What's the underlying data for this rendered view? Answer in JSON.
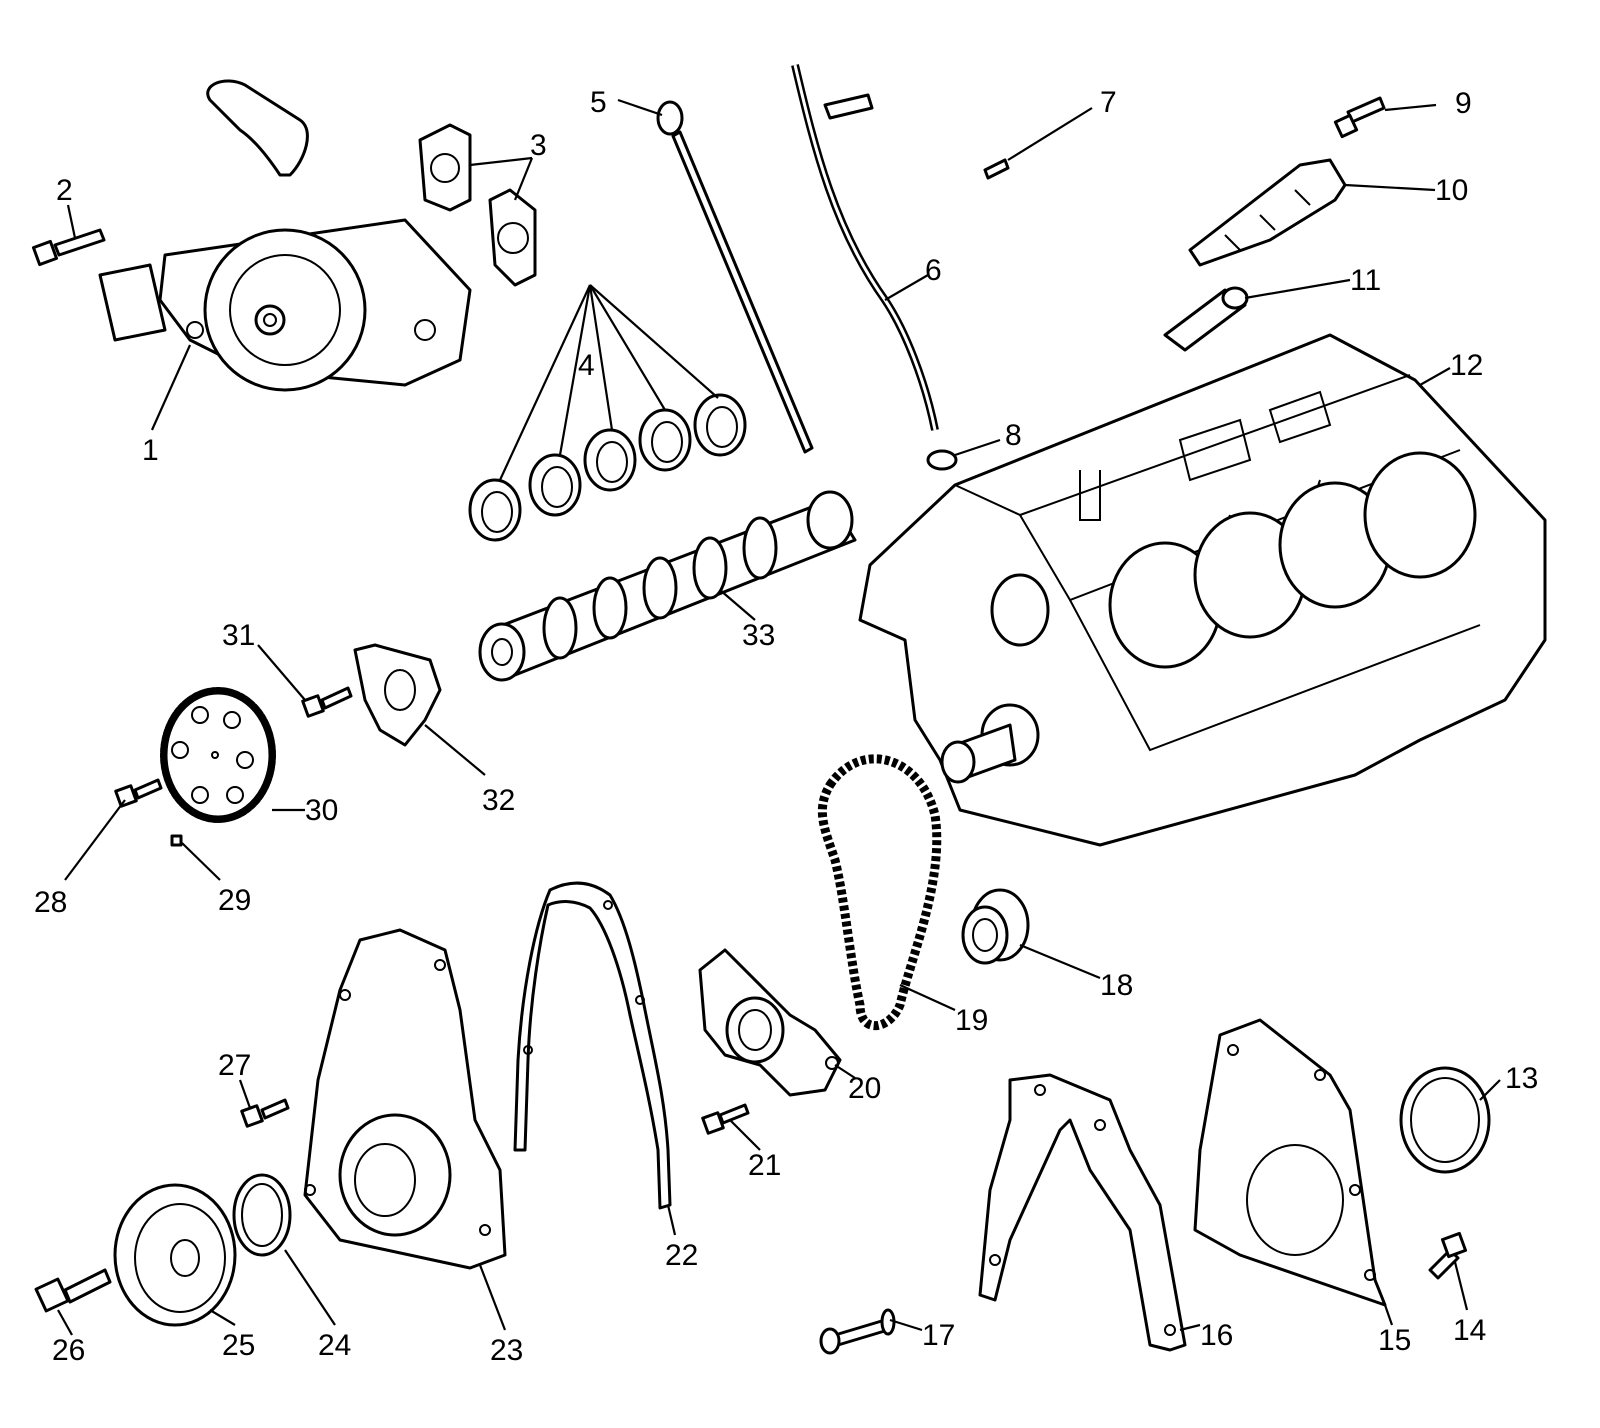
{
  "diagram": {
    "callouts": [
      "1",
      "2",
      "3",
      "4",
      "5",
      "6",
      "7",
      "8",
      "9",
      "10",
      "11",
      "12",
      "13",
      "14",
      "15",
      "16",
      "17",
      "18",
      "19",
      "20",
      "21",
      "22",
      "23",
      "24",
      "25",
      "26",
      "27",
      "28",
      "29",
      "30",
      "31",
      "32",
      "33"
    ]
  },
  "colors": {
    "line": "#000000",
    "background": "#ffffff"
  }
}
